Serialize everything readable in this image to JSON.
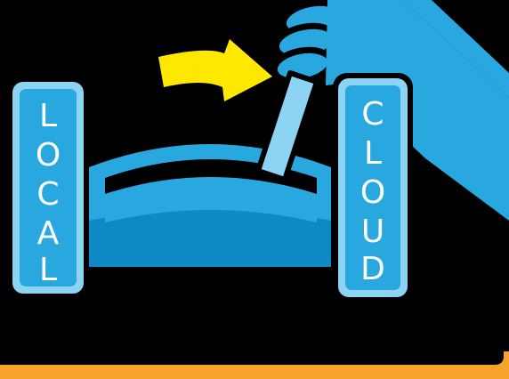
{
  "labels": {
    "left": [
      "L",
      "O",
      "C",
      "A",
      "L"
    ],
    "right": [
      "C",
      "L",
      "O",
      "U",
      "D"
    ]
  },
  "icons": {
    "hand": "hand-gripping-lever-icon",
    "arrow": "curved-arrow-icon",
    "lever": "lever-icon",
    "gear_housing": "switch-housing-icon"
  },
  "colors": {
    "background": "#000000",
    "panel_fill": "#29a8e0",
    "panel_border": "#8dd3f3",
    "housing_dark": "#0b8ac4",
    "housing_light": "#29a8e0",
    "lever": "#8dd3f3",
    "arrow": "#ffe800",
    "bottom_bar": "#f7a229"
  }
}
